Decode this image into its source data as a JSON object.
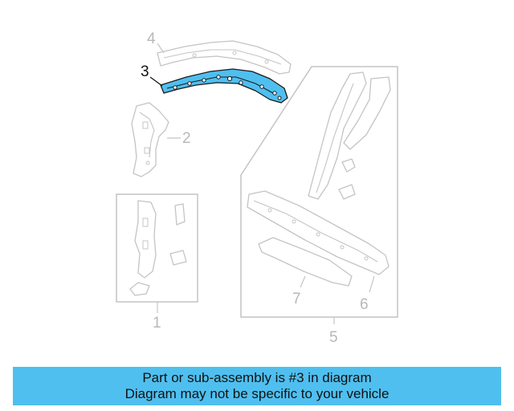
{
  "diagram": {
    "highlight_part": "3",
    "highlight_color": "#4fbfef",
    "ghost_color": "#c4c4c4",
    "callouts": {
      "part1": "1",
      "part2": "2",
      "part3": "3",
      "part4": "4",
      "part5": "5",
      "part6": "6",
      "part7": "7"
    }
  },
  "banner": {
    "background": "#4fbfef",
    "line1": "Part or sub-assembly is #3 in diagram",
    "line2": "Diagram may not be specific to your vehicle"
  }
}
